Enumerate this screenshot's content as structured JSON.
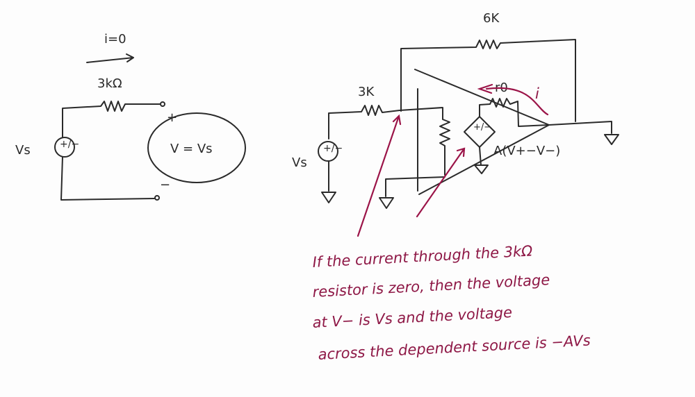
{
  "left_circuit": {
    "current_label": "i=0",
    "resistor_label": "3kΩ",
    "source_label": "Vs",
    "source_polarity": "+/−",
    "plus_terminal": "+",
    "minus_terminal": "−",
    "open_voltage": "V = Vs"
  },
  "right_circuit": {
    "feedback_resistor_label": "6K",
    "input_resistor_label": "3K",
    "source_label": "Vs",
    "source_polarity": "+/−",
    "output_resistor_label": "r0",
    "current_label": "i",
    "dependent_source_polarity": "+/−",
    "dependent_source_expr": "A(V+−V−)"
  },
  "annotation": {
    "lines": [
      "If the current through the 3kΩ",
      "resistor is zero, then the voltage",
      "at V− is Vs  and the voltage",
      "across the dependent source is −AVs"
    ]
  },
  "colors": {
    "ink": "#2a2a2a",
    "annotation": "#8e1846"
  }
}
